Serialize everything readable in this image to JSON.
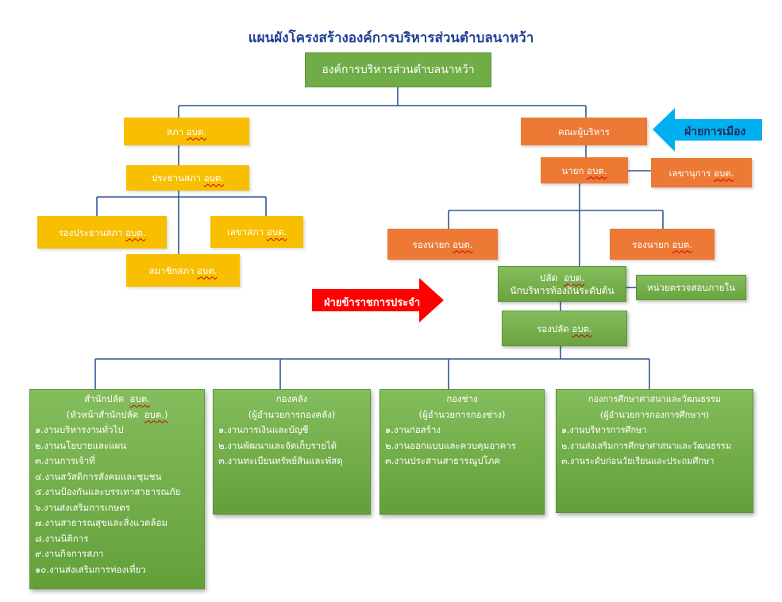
{
  "title": "แผนผังโครงสร้างองค์การบริหารส่วนตำบลนาหว้า",
  "top": "องค์การบริหารส่วนตำบลนาหว้า",
  "council": {
    "sapha": [
      "สภา",
      "อบต."
    ],
    "chair": [
      "ประธานสภา",
      "อบต."
    ],
    "vice_chair": [
      "รองประธานสภา",
      "อบต."
    ],
    "secretary": [
      "เลขาสภา",
      "อบต."
    ],
    "member": [
      "สมาชิกสภา",
      "อบต."
    ]
  },
  "executive": {
    "board": "คณะผู้บริหาร",
    "mayor": [
      "นายก",
      "อบต."
    ],
    "mayor_secretary": [
      "เลขานุการ",
      "อบต."
    ],
    "deputy_left": [
      "รองนายก",
      "อบต."
    ],
    "deputy_right": [
      "รองนายก",
      "อบต."
    ],
    "political_arrow": "ฝ่ายการเมือง"
  },
  "admin": {
    "palad_1": [
      "ปลัด",
      "อบต."
    ],
    "palad_2": "นักบริหารท้องถิ่นระดับต้น",
    "audit": "หน่วยตรวจสอบภายใน",
    "deputy_palad": [
      "รองปลัด",
      "อบต."
    ],
    "civil_arrow": "ฝ่ายข้าราชการประจำ"
  },
  "departments": [
    {
      "name": [
        "สำนักปลัด",
        "อบต."
      ],
      "head": [
        "(หัวหน้าสำนักปลัด",
        "อบต.)"
      ],
      "items": [
        "๑.งานบริหารงานทั่วไป",
        "๒.งานนโยบายและแผน",
        "๓.งานการเจ้าที่",
        "๔.งานสวัสดิการสังคมและชุมชน",
        "๕.งานป้องกันและบรรเทาสาธารณภัย",
        "๖.งานส่งเสริมการเกษตร",
        "๗.งานสาธารณสุขและสิ่งแวดล้อม",
        "๘.งานนิติการ",
        "๙.งานกิจการสภา",
        "๑๐.งานส่งเสริมการท่องเที่ยว"
      ]
    },
    {
      "name": "กองคลัง",
      "head": "(ผู้อำนวยการกองคลัง)",
      "items": [
        "๑.งานการเงินและบัญชี",
        "๒.งานพัฒนาและจัดเก็บรายได้",
        "๓.งานทะเบียนทรัพย์สินและพัสดุ"
      ]
    },
    {
      "name": "กองช่าง",
      "head": "(ผู้อำนวยการกองช่าง)",
      "items": [
        "๑.งานก่อสร้าง",
        "๒.งานออกแบบและควบคุมอาคาร",
        "๓.งานประสานสาธารณูปโภค"
      ]
    },
    {
      "name": "กองการศึกษาศาสนาและวัฒนธรรม",
      "head": "(ผู้อำนวยการกองการศึกษาฯ)",
      "items": [
        "๑.งานบริหารการศึกษา",
        "๒.งานส่งเสริมการศึกษาศาสนาและวัฒนธรรม",
        "๓.งานระดับก่อนวัยเรียนและประถมศึกษา"
      ]
    }
  ],
  "colors": {
    "title": "#1f3f94",
    "green": "#70ad47",
    "yellow": "#f8bf00",
    "orange": "#ec7a35",
    "connector": "#2f5597",
    "blue_arrow": "#00b0f0",
    "red_arrow": "#ff0000"
  }
}
